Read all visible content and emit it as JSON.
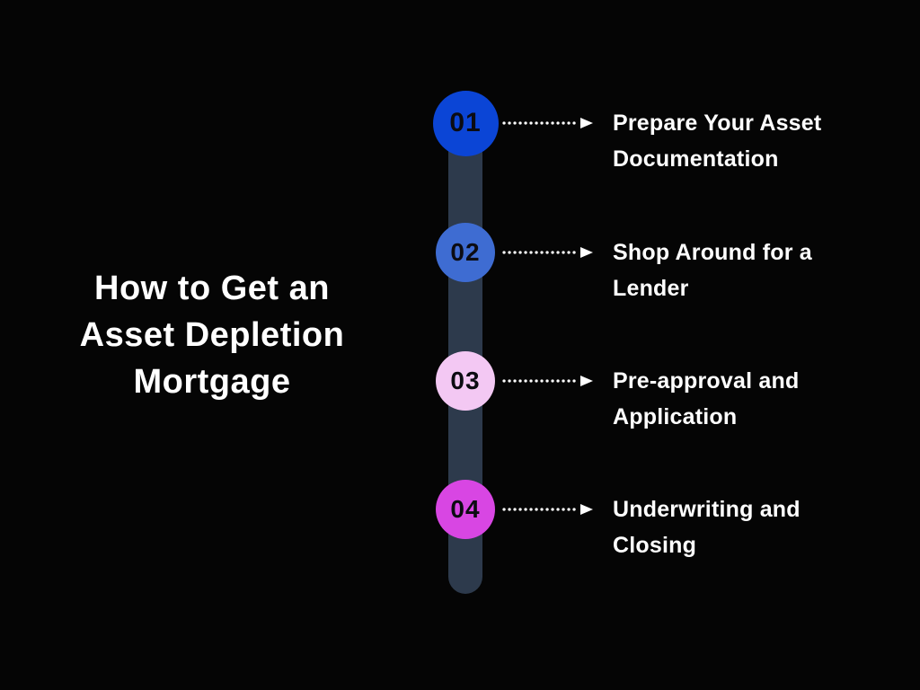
{
  "page": {
    "background_color": "#050505"
  },
  "title": {
    "lines": [
      "How to Get an",
      "Asset Depletion",
      "Mortgage"
    ],
    "color": "#ffffff"
  },
  "timeline": {
    "bar_color": "#2d3a4c",
    "arrow_color": "#ffffff",
    "number_color": "#0c0c12"
  },
  "steps": [
    {
      "number": "01",
      "circle_color": "#0b45d6",
      "lines": [
        "Prepare Your Asset",
        "Documentation"
      ]
    },
    {
      "number": "02",
      "circle_color": "#3e6cd2",
      "lines": [
        "Shop Around for a",
        "Lender"
      ]
    },
    {
      "number": "03",
      "circle_color": "#f3c8f3",
      "lines": [
        "Pre-approval and",
        "Application"
      ]
    },
    {
      "number": "04",
      "circle_color": "#d846e3",
      "lines": [
        "Underwriting and",
        "Closing"
      ]
    }
  ]
}
